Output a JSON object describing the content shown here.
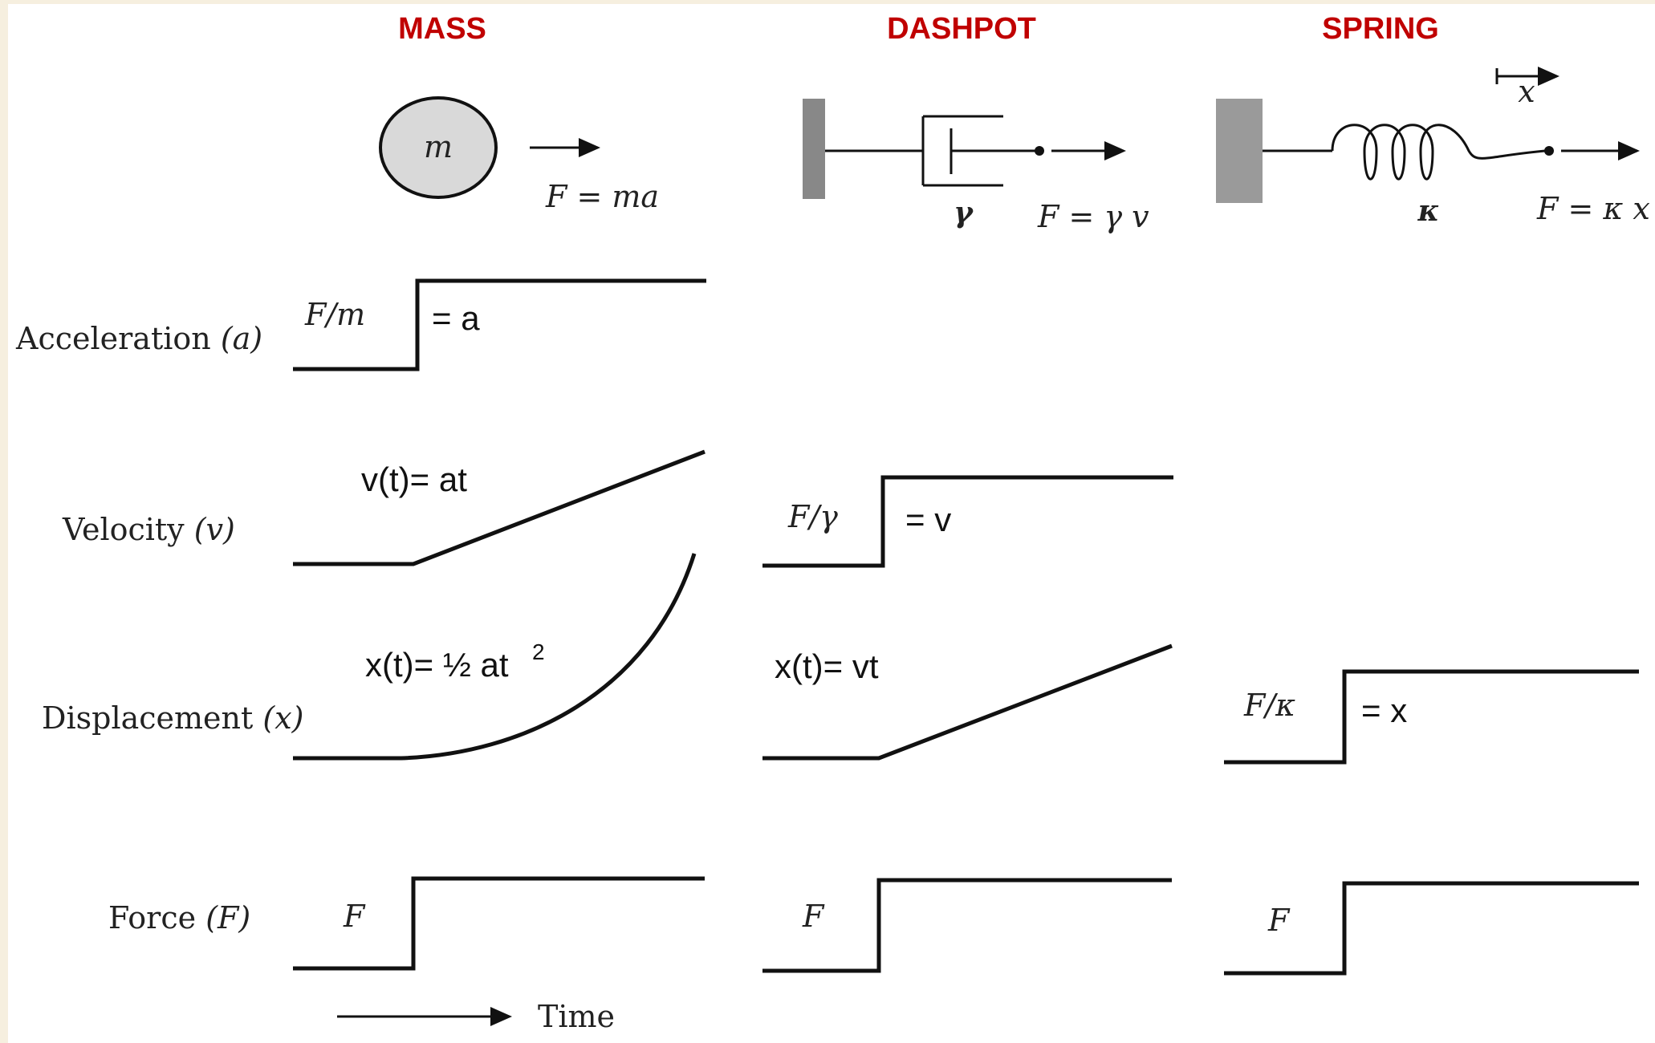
{
  "headers": {
    "mass": "MASS",
    "dashpot": "DASHPOT",
    "spring": "SPRING"
  },
  "elements": {
    "mass_symbol": "m",
    "mass_law": "F = ma",
    "dashpot_symbol": "γ",
    "dashpot_law": "F = γ v",
    "spring_symbol": "κ",
    "spring_law": "F = κ x",
    "spring_disp_symbol": "x"
  },
  "rows": {
    "acceleration": "Acceleration",
    "acceleration_var": "(a)",
    "velocity": "Velocity",
    "velocity_var": "(v)",
    "displacement": "Displacement",
    "displacement_var": "(x)",
    "force": "Force",
    "force_var": "(F)"
  },
  "plot_labels": {
    "mass_acc_level": "F/m",
    "mass_acc_eq": "= a",
    "mass_vel_eq": "v(t)= at",
    "mass_disp_eq": "x(t)= ½ at",
    "mass_disp_exp": "2",
    "mass_force_level": "F",
    "dashpot_vel_level": "F/γ",
    "dashpot_vel_eq": "= v",
    "dashpot_disp_eq": "x(t)= vt",
    "dashpot_force_level": "F",
    "spring_disp_level": "F/κ",
    "spring_disp_eq": "= x",
    "spring_force_level": "F"
  },
  "time_axis": "Time"
}
